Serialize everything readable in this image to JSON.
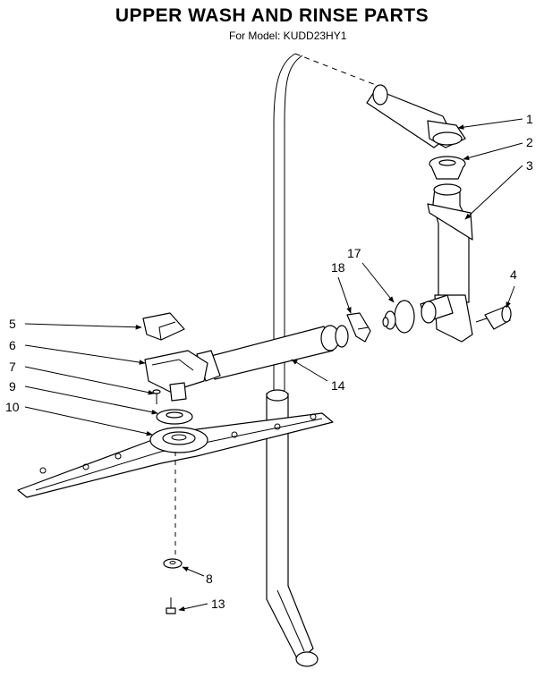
{
  "header": {
    "title": "UPPER WASH AND RINSE PARTS",
    "subtitle": "For Model: KUDD23HY1"
  },
  "callouts": [
    "1",
    "2",
    "3",
    "4",
    "5",
    "6",
    "7",
    "9",
    "10",
    "17",
    "18",
    "14",
    "8",
    "13"
  ]
}
